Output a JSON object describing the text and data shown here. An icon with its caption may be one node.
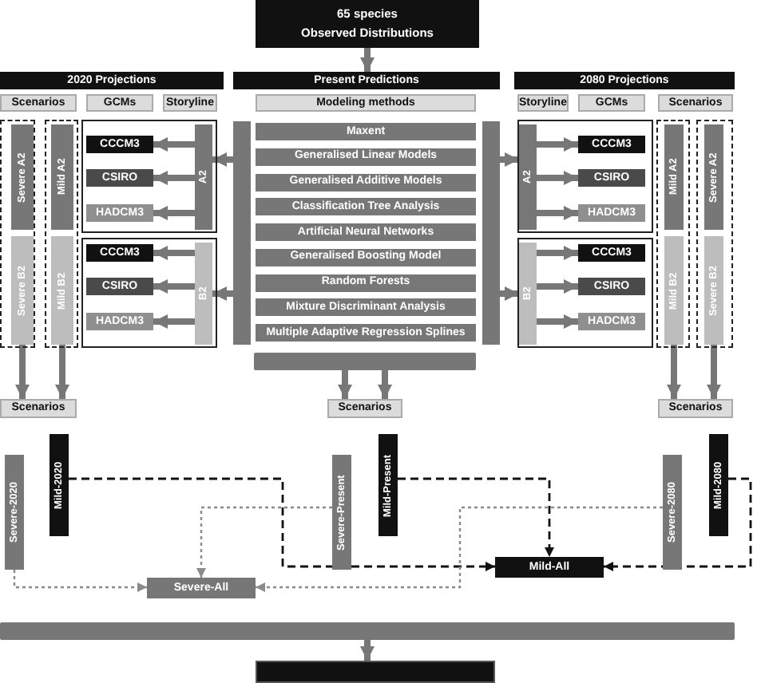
{
  "diagram": {
    "nodes": [
      {
        "text": [
          "65 species",
          "Observed Distributions"
        ]
      },
      {
        "text": [
          "2020 Projections"
        ]
      },
      {
        "text": [
          "Scenarios"
        ],
        "in": 1
      },
      {
        "text": [
          "GCMs"
        ],
        "in": 1
      },
      {
        "text": [
          "Storyline"
        ],
        "in": 1
      },
      {
        "text": [
          "Severe A2"
        ],
        "in": 1
      },
      {
        "text": [
          "Severe B2"
        ],
        "in": 1
      },
      {
        "text": [
          "Mild A2"
        ],
        "in": 1
      },
      {
        "text": [
          "Mild B2"
        ],
        "in": 1
      },
      {
        "text": [
          "A2"
        ],
        "in": 1
      },
      {
        "text": [
          "CCCM3"
        ],
        "in": 1
      },
      {
        "text": [
          "CSIRO"
        ],
        "in": 1
      },
      {
        "text": [
          "HADCM3"
        ],
        "in": 1
      },
      {
        "text": [
          "B2"
        ],
        "in": 1
      },
      {
        "text": [
          "CCCM3"
        ],
        "in": 1
      },
      {
        "text": [
          "CSIRO"
        ],
        "in": 1
      },
      {
        "text": [
          "HADCM3"
        ],
        "in": 1
      },
      {
        "text": [
          "Present Predictions"
        ]
      },
      {
        "text": [
          "Modeling methods"
        ],
        "in": 17
      },
      {
        "text": [
          "Maxent"
        ],
        "in": 17
      },
      {
        "text": [
          "Generalised Linear Models"
        ],
        "in": 17
      },
      {
        "text": [
          "Generalised Additive Models"
        ],
        "in": 17
      },
      {
        "text": [
          "Classification Tree Analysis"
        ],
        "in": 17
      },
      {
        "text": [
          "Artificial Neural Networks"
        ],
        "in": 17
      },
      {
        "text": [
          "Generalised Boosting Model"
        ],
        "in": 17
      },
      {
        "text": [
          "Random Forests"
        ],
        "in": 17
      },
      {
        "text": [
          "Mixture Discriminant Analysis"
        ],
        "in": 17
      },
      {
        "text": [
          "Multiple Adaptive Regression Splines"
        ],
        "in": 17
      },
      {
        "text": [
          "2080 Projections"
        ]
      },
      {
        "text": [
          "Storyline"
        ],
        "in": 28
      },
      {
        "text": [
          "GCMs"
        ],
        "in": 28
      },
      {
        "text": [
          "Scenarios"
        ],
        "in": 28
      },
      {
        "text": [
          "A2"
        ],
        "in": 28
      },
      {
        "text": [
          "CCCM3"
        ],
        "in": 28
      },
      {
        "text": [
          "CSIRO"
        ],
        "in": 28
      },
      {
        "text": [
          "HADCM3"
        ],
        "in": 28
      },
      {
        "text": [
          "B2"
        ],
        "in": 28
      },
      {
        "text": [
          "CCCM3"
        ],
        "in": 28
      },
      {
        "text": [
          "CSIRO"
        ],
        "in": 28
      },
      {
        "text": [
          "HADCM3"
        ],
        "in": 28
      },
      {
        "text": [
          "Mild A2"
        ],
        "in": 28
      },
      {
        "text": [
          "Mild B2"
        ],
        "in": 28
      },
      {
        "text": [
          "Severe A2"
        ],
        "in": 28
      },
      {
        "text": [
          "Severe B2"
        ],
        "in": 28
      },
      {
        "text": [
          "Scenarios"
        ]
      },
      {
        "text": [
          "Scenarios"
        ]
      },
      {
        "text": [
          "Scenarios"
        ]
      },
      {
        "text": [
          "Severe-2020"
        ]
      },
      {
        "text": [
          "Mild-2020"
        ]
      },
      {
        "text": [
          "Severe-Present"
        ]
      },
      {
        "text": [
          "Mild-Present"
        ]
      },
      {
        "text": [
          "Severe-2080"
        ]
      },
      {
        "text": [
          "Mild-2080"
        ]
      },
      {
        "text": [
          "Severe-All"
        ]
      },
      {
        "text": [
          "Mild-All"
        ]
      },
      {
        "text": [],
        "shape": "bar"
      },
      {
        "text": [],
        "shape": "box"
      },
      {
        "text": [],
        "shape": "bar"
      }
    ],
    "edges": [
      {
        "from": 0,
        "to": 17,
        "arrow": "to"
      },
      {
        "from": 17,
        "to": 9,
        "arrow": "to"
      },
      {
        "from": 17,
        "to": 13,
        "arrow": "to"
      },
      {
        "from": 17,
        "to": 32,
        "arrow": "to"
      },
      {
        "from": 17,
        "to": 36,
        "arrow": "to"
      },
      {
        "from": 9,
        "to": 10,
        "arrow": "to"
      },
      {
        "from": 9,
        "to": 11,
        "arrow": "to"
      },
      {
        "from": 9,
        "to": 12,
        "arrow": "to"
      },
      {
        "from": 13,
        "to": 14,
        "arrow": "to"
      },
      {
        "from": 13,
        "to": 15,
        "arrow": "to"
      },
      {
        "from": 13,
        "to": 16,
        "arrow": "to"
      },
      {
        "from": 32,
        "to": 33,
        "arrow": "to"
      },
      {
        "from": 32,
        "to": 34,
        "arrow": "to"
      },
      {
        "from": 32,
        "to": 35,
        "arrow": "to"
      },
      {
        "from": 36,
        "to": 37,
        "arrow": "to"
      },
      {
        "from": 36,
        "to": 38,
        "arrow": "to"
      },
      {
        "from": 36,
        "to": 39,
        "arrow": "to"
      },
      {
        "from": 6,
        "to": 44,
        "arrow": "to"
      },
      {
        "from": 8,
        "to": 44,
        "arrow": "to"
      },
      {
        "from": 57,
        "to": 45,
        "arrow": "to"
      },
      {
        "from": 57,
        "to": 45,
        "arrow": "to"
      },
      {
        "from": 41,
        "to": 46,
        "arrow": "to"
      },
      {
        "from": 43,
        "to": 46,
        "arrow": "to"
      },
      {
        "from": 47,
        "to": 53,
        "arrow": "to",
        "style": "dashed"
      },
      {
        "from": 48,
        "to": 54,
        "arrow": "to",
        "style": "dashed",
        "color": "#111111"
      },
      {
        "from": 49,
        "to": 53,
        "arrow": "to",
        "style": "dashed"
      },
      {
        "from": 50,
        "to": 54,
        "arrow": "to",
        "style": "dashed",
        "color": "#111111"
      },
      {
        "from": 51,
        "to": 53,
        "arrow": "to",
        "style": "dashed"
      },
      {
        "from": 52,
        "to": 54,
        "arrow": "to",
        "style": "dashed",
        "color": "#111111"
      },
      {
        "from": 55,
        "to": 56,
        "arrow": "to"
      }
    ]
  }
}
